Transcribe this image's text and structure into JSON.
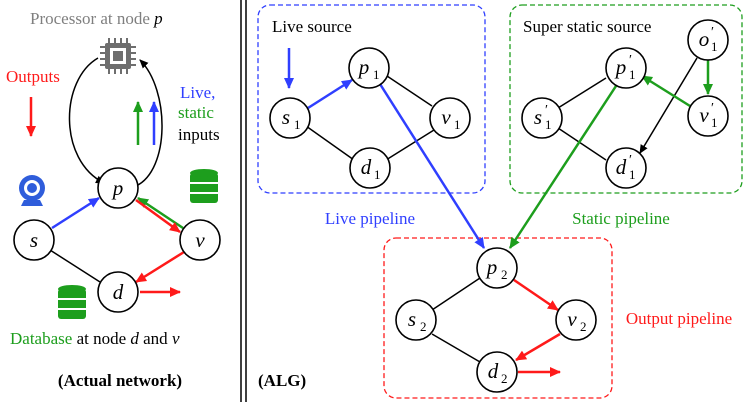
{
  "colors": {
    "blue": "#2f3fff",
    "green": "#1d9e1d",
    "red": "#ff1a1a",
    "gray": "#7f7f7f"
  },
  "left": {
    "processor_prefix": "Processor at node ",
    "processor_node": "p",
    "outputs_label": "Outputs",
    "live_label": "Live,",
    "static_label": "static",
    "inputs_label": "inputs",
    "database_word": "Database",
    "database_rest": " at node ",
    "database_node1": "d",
    "database_and": " and ",
    "database_node2": "v",
    "caption": "(Actual network)",
    "nodes": {
      "p": "p",
      "s": "s",
      "v": "v",
      "d": "d"
    },
    "icons": [
      "processor-chip-icon",
      "webcam-icon",
      "database-icon"
    ]
  },
  "right": {
    "caption": "(ALG)",
    "live_box_title": "Live source",
    "static_box_title": "Super static source",
    "live_pipeline": "Live pipeline",
    "static_pipeline": "Static pipeline",
    "output_pipeline": "Output pipeline",
    "live_nodes": {
      "p": "p",
      "p_sub": "1",
      "s": "s",
      "s_sub": "1",
      "v": "v",
      "v_sub": "1",
      "d": "d",
      "d_sub": "1"
    },
    "static_nodes": {
      "o": "o",
      "o_sub": "1",
      "p": "p",
      "p_sub": "1",
      "s": "s",
      "s_sub": "1",
      "v": "v",
      "v_sub": "1",
      "d": "d",
      "d_sub": "1",
      "prime": "′"
    },
    "output_nodes": {
      "p": "p",
      "p_sub": "2",
      "s": "s",
      "s_sub": "2",
      "v": "v",
      "v_sub": "2",
      "d": "d",
      "d_sub": "2"
    }
  }
}
